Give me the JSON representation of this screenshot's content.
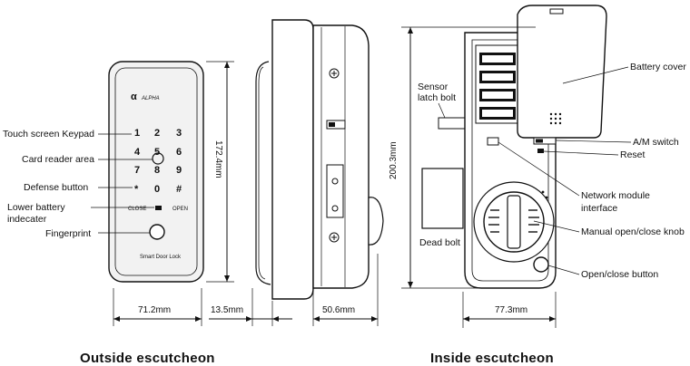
{
  "outside": {
    "caption": "Outside escutcheon",
    "brand": "ALPHA",
    "product": "Smart Door Lock",
    "keys": [
      "1",
      "2",
      "3",
      "4",
      "5",
      "6",
      "7",
      "8",
      "9",
      "*",
      "0",
      "#"
    ],
    "close_label": "CLOSE",
    "open_label": "OPEN",
    "labels": {
      "touch_keypad": "Touch screen Keypad",
      "card_reader": "Card reader area",
      "defense": "Defense button",
      "low_battery_1": "Lower battery",
      "low_battery_2": "indecater",
      "fingerprint": "Fingerprint"
    },
    "dims": {
      "width": "71.2mm",
      "height": "172.4mm",
      "thickness_outside": "13.5mm",
      "thickness_inside": "50.6mm"
    }
  },
  "inside": {
    "caption": "Inside escutcheon",
    "labels": {
      "sensor_1": "Sensor",
      "sensor_2": "latch bolt",
      "battery_cover": "Battery cover",
      "am_switch": "A/M switch",
      "reset": "Reset",
      "network_1": "Network module",
      "network_2": "interface",
      "dead_bolt": "Dead bolt",
      "manual_knob": "Manual open/close knob",
      "open_close_button": "Open/close button"
    },
    "dims": {
      "height": "200.3mm",
      "width": "77.3mm"
    }
  }
}
